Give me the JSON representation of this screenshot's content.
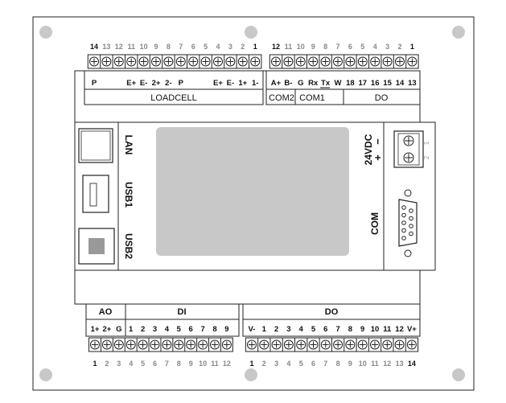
{
  "top_left": {
    "pin_numbers": [
      "14",
      "13",
      "12",
      "11",
      "10",
      "9",
      "8",
      "7",
      "6",
      "5",
      "4",
      "3",
      "2",
      "1"
    ],
    "signals": [
      "P",
      "",
      "",
      "E+",
      "E-",
      "2+",
      "2-",
      "P",
      "",
      "",
      "E+",
      "E-",
      "1+",
      "1-"
    ],
    "section_label": "LOADCELL"
  },
  "top_right": {
    "pin_numbers": [
      "12",
      "11",
      "10",
      "9",
      "8",
      "7",
      "6",
      "5",
      "4",
      "3",
      "2",
      "1"
    ],
    "signals": [
      "A+",
      "B-",
      "G",
      "Rx",
      "Tx",
      "W",
      "18",
      "17",
      "16",
      "15",
      "14",
      "13"
    ],
    "group_labels": [
      "COM2",
      "COM1",
      "DO"
    ]
  },
  "left_side": {
    "lan_label": "LAN",
    "usb1_label": "USB1",
    "usb2_label": "USB2"
  },
  "right_side": {
    "power_label": "24VDC",
    "minus_sign": "−",
    "plus_sign": "+",
    "side_pin_1": "1",
    "side_pin_2": "2",
    "com_label": "COM"
  },
  "bottom_left": {
    "group_labels": [
      "AO",
      "DI"
    ],
    "signals": [
      "1+",
      "2+",
      "G",
      "1",
      "2",
      "3",
      "4",
      "5",
      "6",
      "7",
      "8",
      "9"
    ],
    "pin_numbers": [
      "1",
      "2",
      "3",
      "4",
      "5",
      "6",
      "7",
      "8",
      "9",
      "10",
      "11",
      "12"
    ]
  },
  "bottom_right": {
    "group_label": "DO",
    "signals": [
      "V-",
      "1",
      "2",
      "3",
      "4",
      "5",
      "6",
      "7",
      "8",
      "9",
      "10",
      "11",
      "12",
      "V+"
    ],
    "pin_numbers": [
      "1",
      "2",
      "3",
      "4",
      "5",
      "6",
      "7",
      "8",
      "9",
      "10",
      "11",
      "12",
      "13",
      "14"
    ]
  }
}
